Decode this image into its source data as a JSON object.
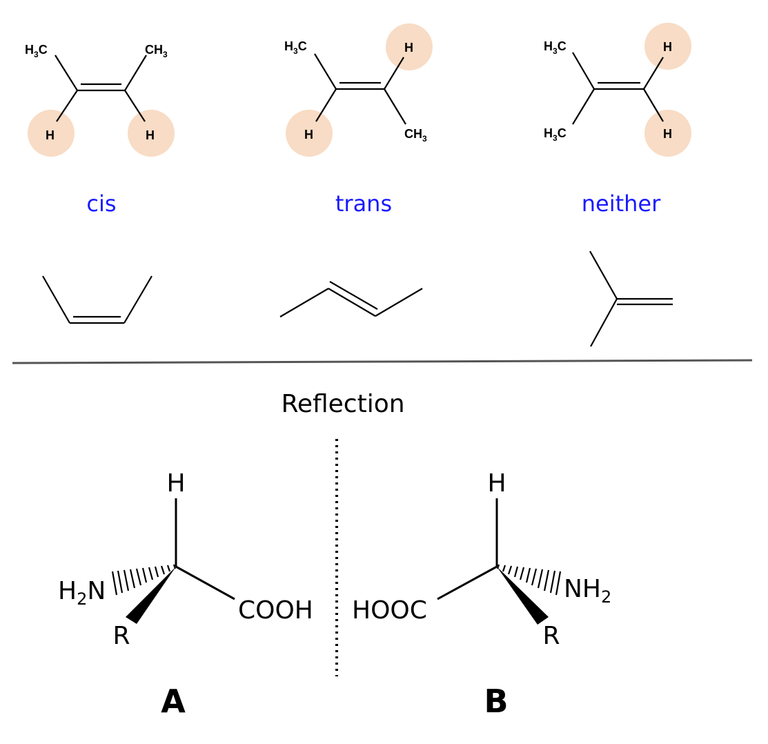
{
  "colors": {
    "highlight": "#f8dcc5",
    "isomer_label": "#1a1aff",
    "divider": "#555555",
    "ink": "#000000"
  },
  "isomers": {
    "cis": {
      "label": "cis",
      "top_left": [
        "H",
        "3",
        "C"
      ],
      "top_right": [
        "CH",
        "3"
      ],
      "bottom_left": "H",
      "bottom_right": "H"
    },
    "trans": {
      "label": "trans",
      "top_left": [
        "H",
        "3",
        "C"
      ],
      "top_right": "H",
      "bottom_left": "H",
      "bottom_right": [
        "CH",
        "3"
      ]
    },
    "neither": {
      "label": "neither",
      "top_left": [
        "H",
        "3",
        "C"
      ],
      "bottom_left": [
        "H",
        "3",
        "C"
      ],
      "top_right": "H",
      "bottom_right": "H"
    }
  },
  "reflection": {
    "heading": "Reflection",
    "A": {
      "tag": "A",
      "top": "H",
      "left": [
        "H",
        "2",
        "N"
      ],
      "right": "COOH",
      "bottom": "R"
    },
    "B": {
      "tag": "B",
      "top": "H",
      "left": "HOOC",
      "right": [
        "NH",
        "2"
      ],
      "bottom": "R"
    }
  }
}
